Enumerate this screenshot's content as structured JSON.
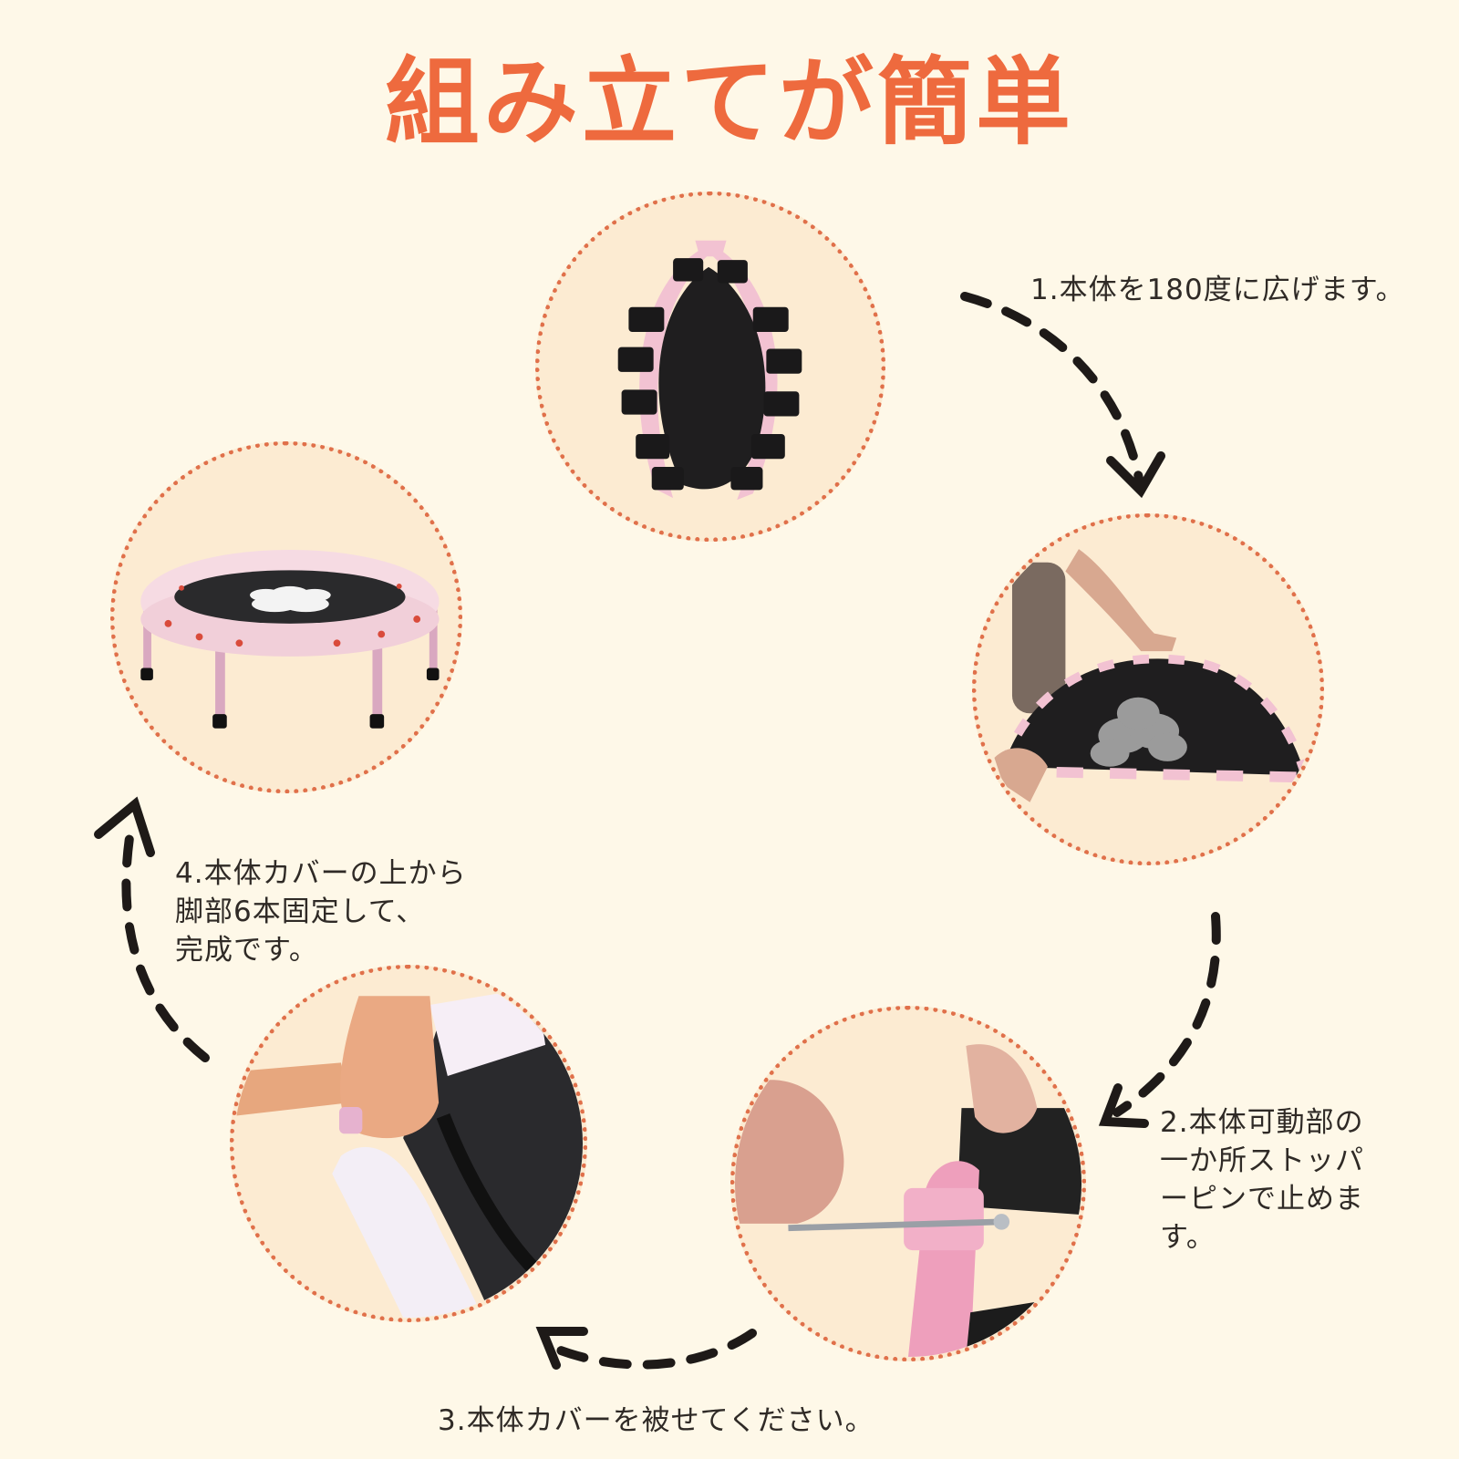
{
  "title": "組み立てが簡単",
  "colors": {
    "background": "#FEF8E8",
    "circle_fill": "#FCEBD2",
    "circle_dots": "#E0704A",
    "title": "#EE6A3E",
    "text": "#2F2A26",
    "arrow": "#1E1A18",
    "frame_pink": "#F2C2D2",
    "mat_black": "#1F1E1F"
  },
  "steps": [
    {
      "number": 1,
      "text": "1.本体を180度に広げます。",
      "image": "folded-trampoline-photo"
    },
    {
      "number": 2,
      "text": "2.本体可動部の\n一か所ストッパ\nーピンで止めま\nす。",
      "image": "stopper-pin-photo"
    },
    {
      "number": 3,
      "text": "3.本体カバーを被せてください。",
      "image": "cover-fitting-photo"
    },
    {
      "number": 4,
      "text": "4.本体カバーの上から\n脚部6本固定して、\n完成です。",
      "image": "completed-trampoline-photo"
    }
  ],
  "images": {
    "folded": "folded-trampoline-photo",
    "unfold": "unfolding-trampoline-photo",
    "pin": "stopper-pin-photo",
    "cover": "cover-fitting-photo",
    "complete": "completed-trampoline-photo"
  }
}
